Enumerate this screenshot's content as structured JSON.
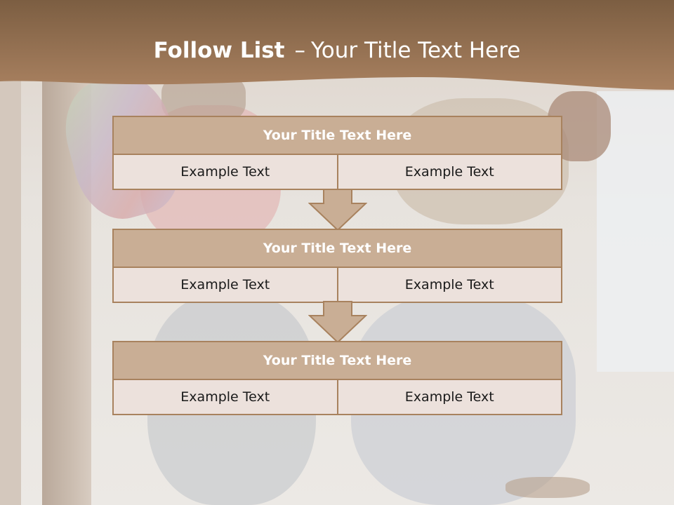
{
  "slide": {
    "title_bold": "Follow List",
    "title_dash": "–",
    "title_rest": "Your Title Text Here"
  },
  "blocks": [
    {
      "title": "Your Title Text Here",
      "left": "Example Text",
      "right": "Example Text"
    },
    {
      "title": "Your Title Text Here",
      "left": "Example Text",
      "right": "Example Text"
    },
    {
      "title": "Your Title Text Here",
      "left": "Example Text",
      "right": "Example Text"
    }
  ],
  "icons": {
    "connector": "down-arrow-icon"
  },
  "colors": {
    "header": "#8a6a4c",
    "block_header": "#c9ae95",
    "block_border": "#a8825e",
    "cell_fill": "#ece1dc"
  }
}
